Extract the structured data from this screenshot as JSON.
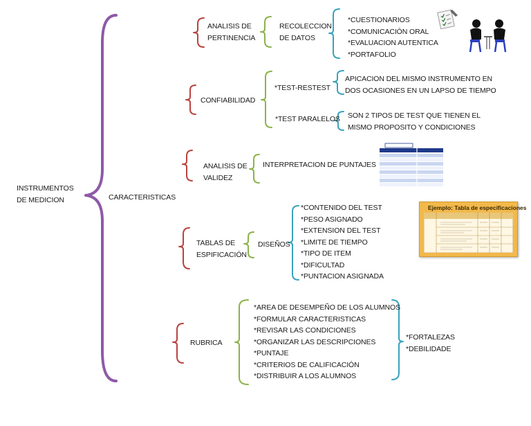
{
  "root": {
    "lines": [
      "INSTRUMENTOS",
      "DE MEDICION"
    ]
  },
  "characteristics": {
    "label": "CARACTERISTICAS"
  },
  "pertinence": {
    "lines": [
      "ANALISIS DE",
      "PERTINENCIA"
    ],
    "sub": {
      "lines": [
        "RECOLECCION",
        "DE DATOS"
      ]
    },
    "items": [
      "*CUESTIONARIOS",
      "*COMUNICACIÓN ORAL",
      "*EVALUACION AUTENTICA",
      "*PORTAFOLIO"
    ]
  },
  "reliability": {
    "label": "CONFIABILIDAD",
    "test_retest": {
      "label": "*TEST-RESTEST",
      "desc": [
        "APICACION DEL MISMO INSTRUMENTO EN",
        "DOS OCASIONES EN UN LAPSO DE TIEMPO"
      ]
    },
    "parallel": {
      "label": "*TEST PARALELOS",
      "desc": [
        "SON 2 TIPOS DE TEST QUE TIENEN EL",
        "MISMO PROPOSITO Y CONDICIONES"
      ]
    }
  },
  "validity": {
    "lines": [
      "ANALISIS DE",
      "VALIDEZ"
    ],
    "desc": "INTERPRETACION DE PUNTAJES"
  },
  "specification": {
    "lines": [
      "TABLAS DE",
      "ESPIFICACIÓN"
    ],
    "sub": "DISEÑOS",
    "items": [
      "*CONTENIDO DEL TEST",
      "*PESO ASIGNADO",
      "*EXTENSION DEL TEST",
      "*LIMITE DE TIEMPO",
      "*TIPO DE ITEM",
      "*DIFICULTAD",
      "*PUNTACION ASIGNADA"
    ],
    "image_title": "Ejemplo: Tabla de especificaciones"
  },
  "rubric": {
    "label": "RUBRICA",
    "items": [
      "*AREA DE DESEMPEÑO DE LOS ALUMNOS",
      "*FORMULAR CARACTERISTICAS",
      "*REVISAR LAS CONDICIONES",
      "*ORGANIZAR LAS DESCRIPCIONES",
      "*PUNTAJE",
      "*CRITERIOS DE CALIFICACIÓN",
      "*DISTRIBUIR A LOS ALUMNOS"
    ],
    "outcomes": [
      "*FORTALEZAS",
      "*DEBILIDADE"
    ]
  },
  "colors": {
    "purple": "#8e5aa8",
    "red": "#b8433f",
    "green": "#8cb24a",
    "teal": "#3aa2bd",
    "text": "#1a1a1a"
  }
}
